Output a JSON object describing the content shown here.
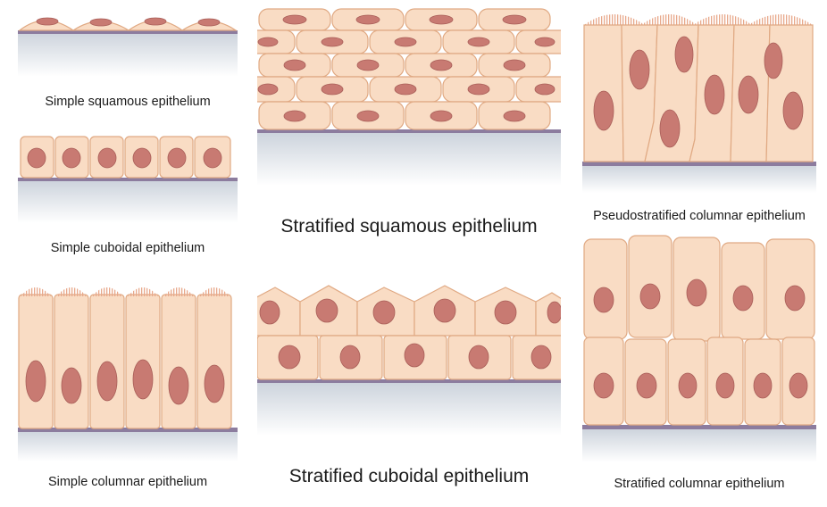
{
  "colors": {
    "cell_fill": "#f9dcc4",
    "cell_fill_light": "#fde9d8",
    "cell_stroke": "#e0a983",
    "nucleus": "#c87a72",
    "nucleus_stroke": "#a95e58",
    "basement_membrane": "#8c7c9e",
    "connective_tissue": "#d3d9e1",
    "cilia": "#e8a98c"
  },
  "panels": [
    {
      "id": "simple-squamous",
      "label": "Simple squamous epithelium"
    },
    {
      "id": "simple-cuboidal",
      "label": "Simple cuboidal epithelium"
    },
    {
      "id": "simple-columnar",
      "label": "Simple columnar epithelium"
    },
    {
      "id": "stratified-squamous",
      "label": "Stratified squamous epithelium"
    },
    {
      "id": "stratified-cuboidal",
      "label": "Stratified cuboidal epithelium"
    },
    {
      "id": "pseudostratified-columnar",
      "label": "Pseudostratified columnar epithelium"
    },
    {
      "id": "stratified-columnar",
      "label": "Stratified columnar epithelium"
    }
  ]
}
